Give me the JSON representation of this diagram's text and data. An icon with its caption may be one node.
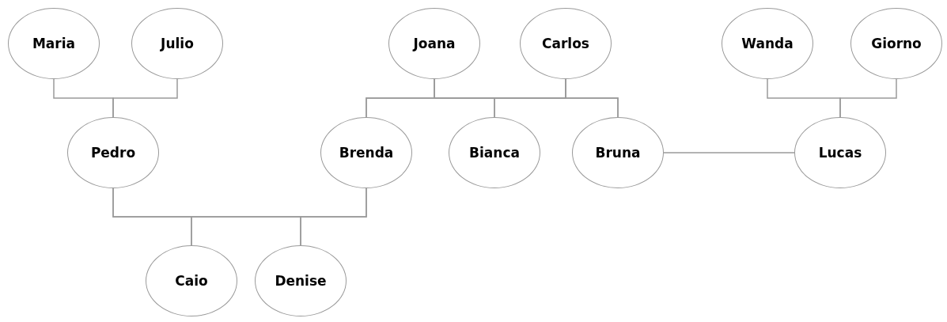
{
  "diagram": {
    "nodes": [
      {
        "text": [
          "Maria"
        ]
      },
      {
        "text": [
          "Julio"
        ]
      },
      {
        "text": [
          "Joana"
        ]
      },
      {
        "text": [
          "Carlos"
        ]
      },
      {
        "text": [
          "Wanda"
        ]
      },
      {
        "text": [
          "Giorno"
        ]
      },
      {
        "text": [
          "Pedro"
        ]
      },
      {
        "text": [
          "Brenda"
        ]
      },
      {
        "text": [
          "Bianca"
        ]
      },
      {
        "text": [
          "Bruna"
        ]
      },
      {
        "text": [
          "Lucas"
        ]
      },
      {
        "text": [
          "Caio"
        ]
      },
      {
        "text": [
          "Denise"
        ]
      }
    ],
    "edges": [
      {
        "from": 0,
        "to": 6,
        "arrow": "none"
      },
      {
        "from": 1,
        "to": 6,
        "arrow": "none"
      },
      {
        "from": 2,
        "to": 7,
        "arrow": "none"
      },
      {
        "from": 2,
        "to": 8,
        "arrow": "none"
      },
      {
        "from": 2,
        "to": 9,
        "arrow": "none"
      },
      {
        "from": 3,
        "to": 7,
        "arrow": "none"
      },
      {
        "from": 3,
        "to": 8,
        "arrow": "none"
      },
      {
        "from": 3,
        "to": 9,
        "arrow": "none"
      },
      {
        "from": 4,
        "to": 10,
        "arrow": "none"
      },
      {
        "from": 5,
        "to": 10,
        "arrow": "none"
      },
      {
        "from": 9,
        "to": 10,
        "arrow": "none"
      },
      {
        "from": 6,
        "to": 11,
        "arrow": "none"
      },
      {
        "from": 6,
        "to": 12,
        "arrow": "none"
      },
      {
        "from": 7,
        "to": 11,
        "arrow": "none"
      },
      {
        "from": 7,
        "to": 12,
        "arrow": "none"
      }
    ]
  }
}
